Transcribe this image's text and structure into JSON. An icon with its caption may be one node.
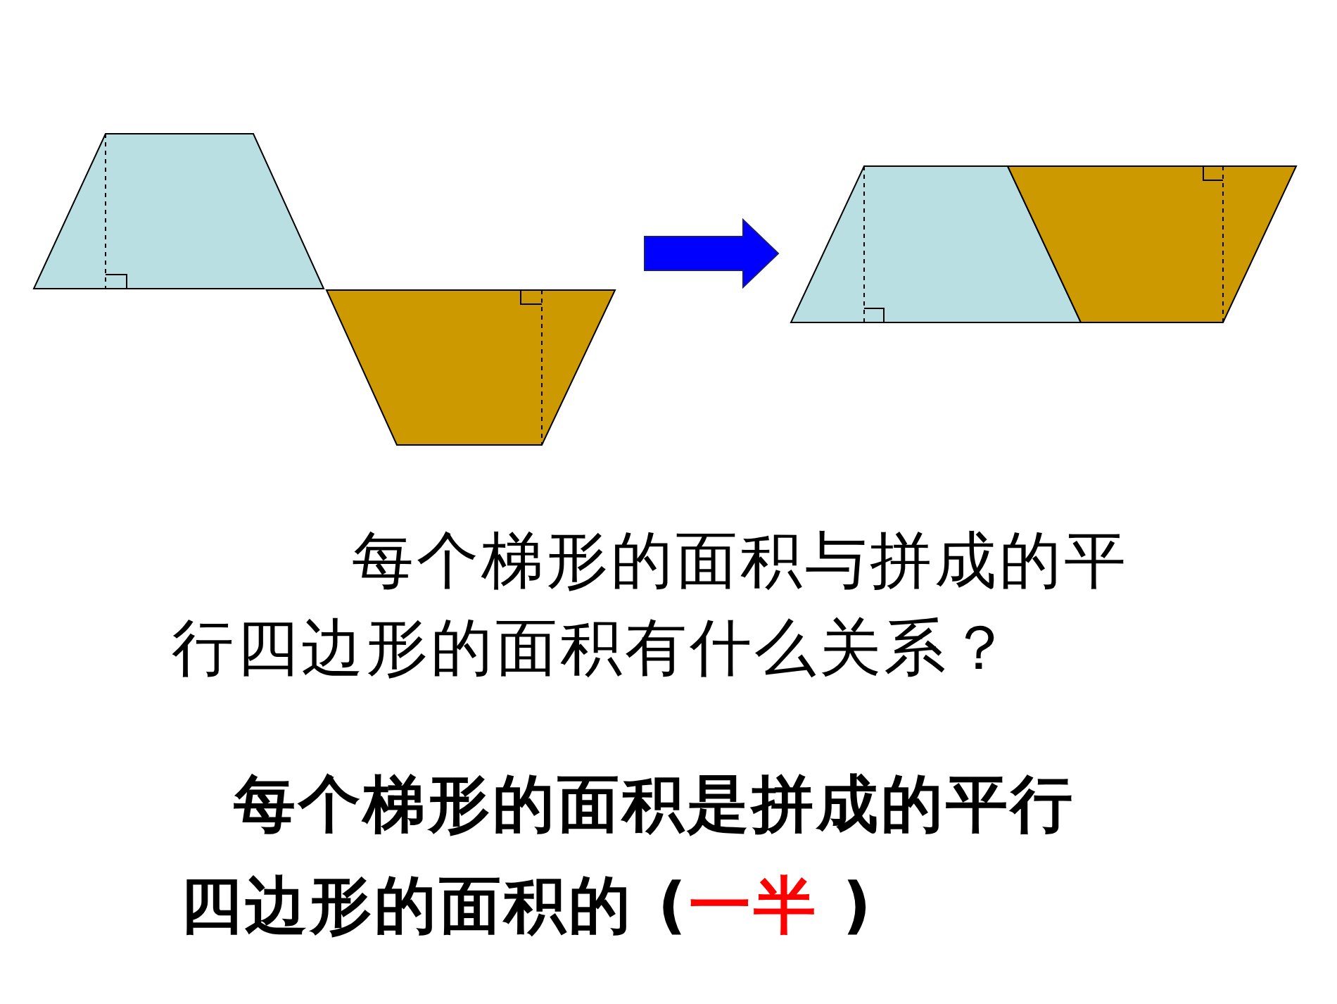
{
  "diagram": {
    "nodes": [
      {
        "text": [],
        "shape": "trapezoid"
      },
      {
        "text": [],
        "shape": "trapezoid"
      },
      {
        "text": [],
        "shape": "trapezoid"
      },
      {
        "text": [],
        "shape": "trapezoid"
      }
    ],
    "edges": [
      {
        "from": 1,
        "to": 2,
        "arrow": "to",
        "style": "thick",
        "color": "#0000ff"
      }
    ],
    "labels": [
      "每个梯形的面积与拼成的平行四边形的面积有什么关系？",
      "每个梯形的面积是拼成的平行四边形的面积的 (",
      "一半",
      ")"
    ]
  }
}
